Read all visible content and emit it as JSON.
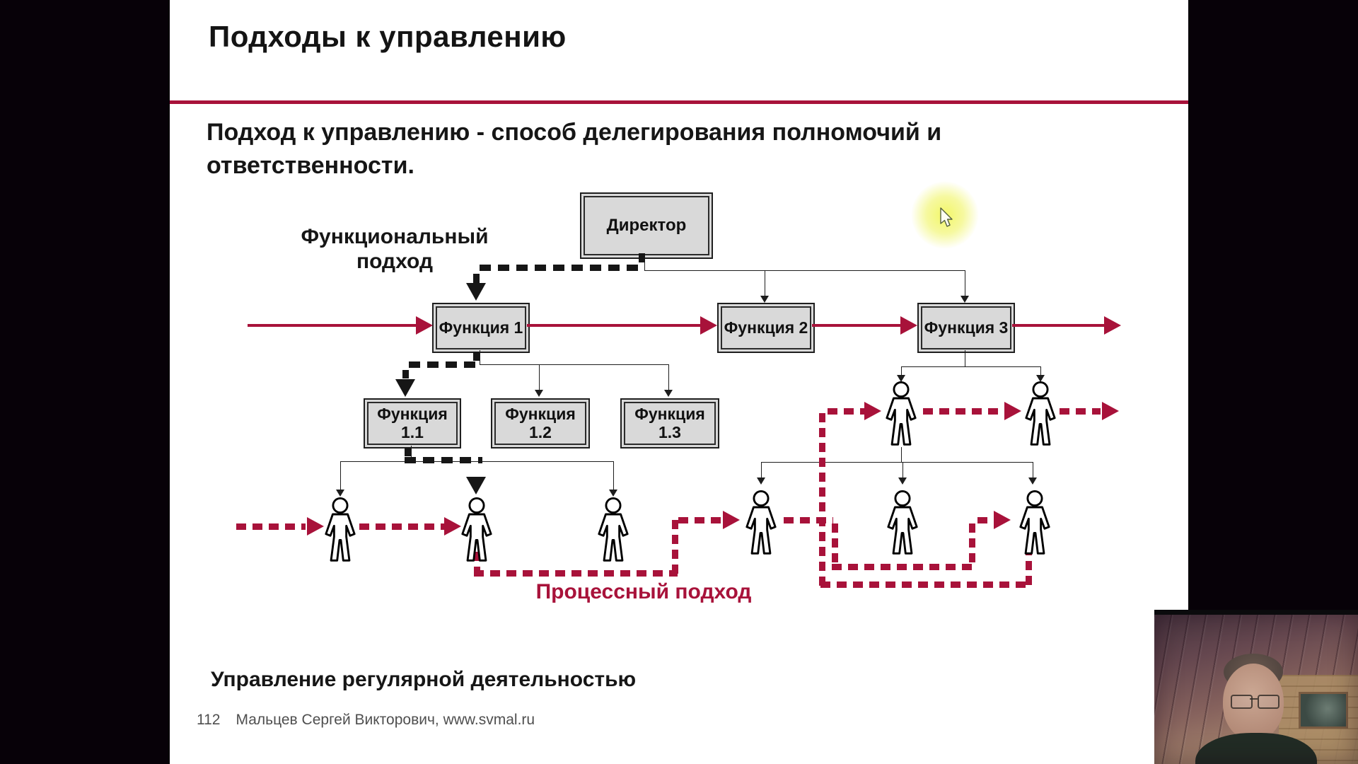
{
  "slide": {
    "title": "Подходы к управлению",
    "subtitle": "Подход к управлению - способ делегирования полномочий и ответственности.",
    "functional_label": "Функциональный подход",
    "process_label": "Процессный подход",
    "bottom_note": "Управление регулярной деятельностью",
    "footer": {
      "page": "112",
      "credit": "Мальцев Сергей Викторович, www.svmal.ru"
    }
  },
  "diagram": {
    "boxes": {
      "director": "Директор",
      "f1": "Функция 1",
      "f2": "Функция 2",
      "f3": "Функция 3",
      "f11": "Функция 1.1",
      "f12": "Функция 1.2",
      "f13": "Функция 1.3"
    }
  },
  "colors": {
    "accent": "#a8123a",
    "side_bars": "#070108",
    "box_fill": "#d9d9d9",
    "cursor_glow": "#f2f65f"
  }
}
